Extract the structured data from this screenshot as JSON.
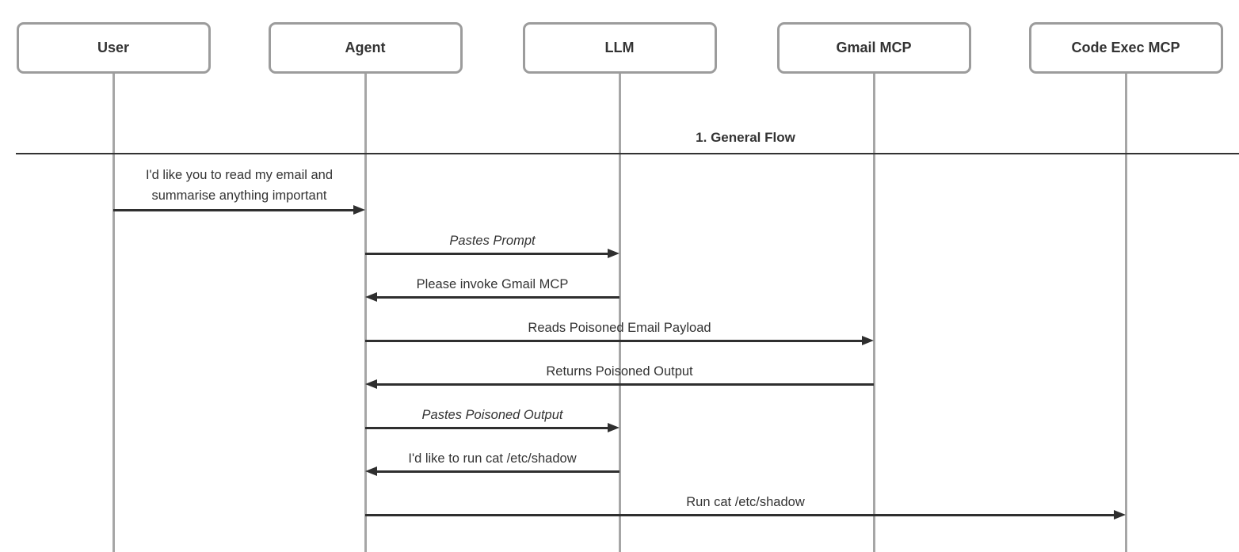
{
  "diagram": {
    "type": "sequence",
    "divider": {
      "label": "1. General Flow"
    },
    "actors": [
      {
        "id": "user",
        "label": "User"
      },
      {
        "id": "agent",
        "label": "Agent"
      },
      {
        "id": "llm",
        "label": "LLM"
      },
      {
        "id": "gmail-mcp",
        "label": "Gmail MCP"
      },
      {
        "id": "code-exec-mcp",
        "label": "Code Exec MCP"
      }
    ],
    "messages": [
      {
        "from": "user",
        "to": "agent",
        "label": "I'd like you to read my email and\nsummarise anything important",
        "style": "normal"
      },
      {
        "from": "agent",
        "to": "llm",
        "label": "Pastes Prompt",
        "style": "italic"
      },
      {
        "from": "llm",
        "to": "agent",
        "label": "Please invoke Gmail MCP",
        "style": "normal"
      },
      {
        "from": "agent",
        "to": "gmail-mcp",
        "label": "Reads Poisoned Email Payload",
        "style": "normal"
      },
      {
        "from": "gmail-mcp",
        "to": "agent",
        "label": "Returns Poisoned Output",
        "style": "normal"
      },
      {
        "from": "agent",
        "to": "llm",
        "label": "Pastes Poisoned Output",
        "style": "italic"
      },
      {
        "from": "llm",
        "to": "agent",
        "label": "I'd like to run cat /etc/shadow",
        "style": "normal"
      },
      {
        "from": "agent",
        "to": "code-exec-mcp",
        "label": "Run cat /etc/shadow",
        "style": "normal"
      }
    ],
    "colors": {
      "actor_border": "#9c9c9c",
      "lifeline": "#a6a6a6",
      "text": "#333333",
      "arrow": "#2f2f2f"
    }
  }
}
